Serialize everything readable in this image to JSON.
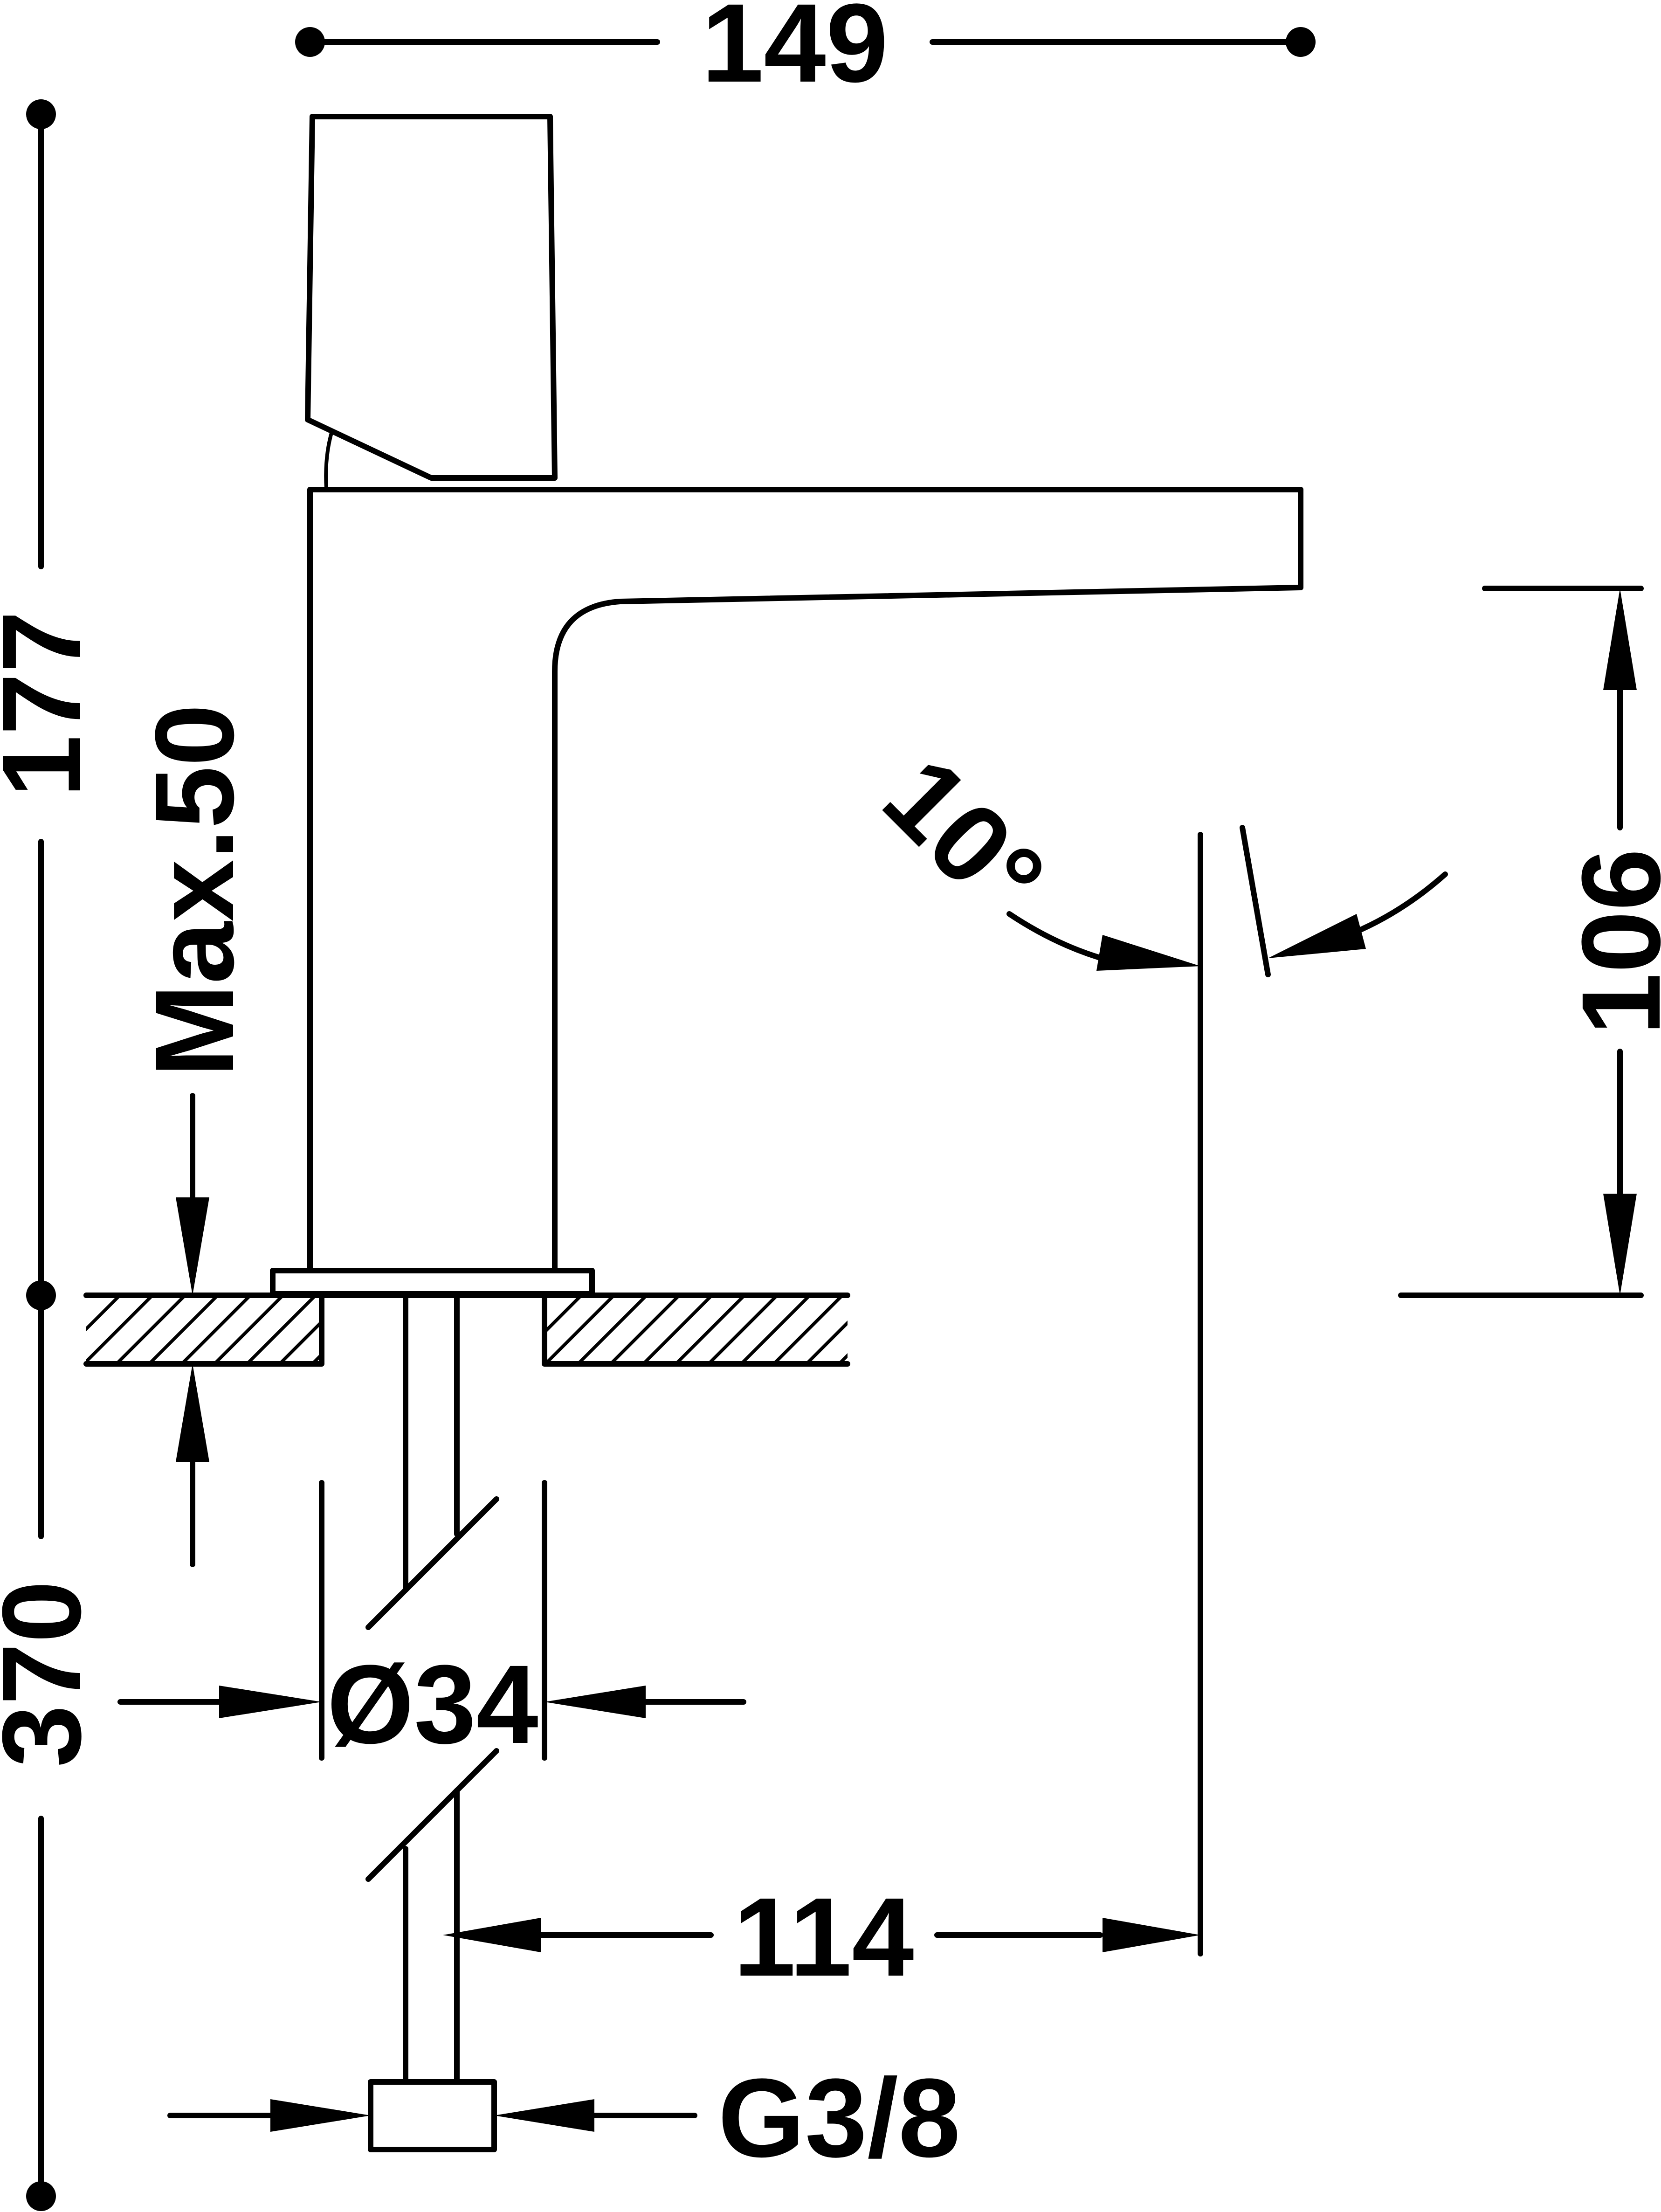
{
  "dimensions": {
    "width_total": "149",
    "height_total": "177",
    "counter_max": "Max.50",
    "spout_height": "106",
    "angle": "10°",
    "pipe_length": "370",
    "base_diameter": "Ø34",
    "spout_reach": "114",
    "thread": "G3/8"
  },
  "colors": {
    "line": "#000000",
    "background": "#ffffff"
  }
}
